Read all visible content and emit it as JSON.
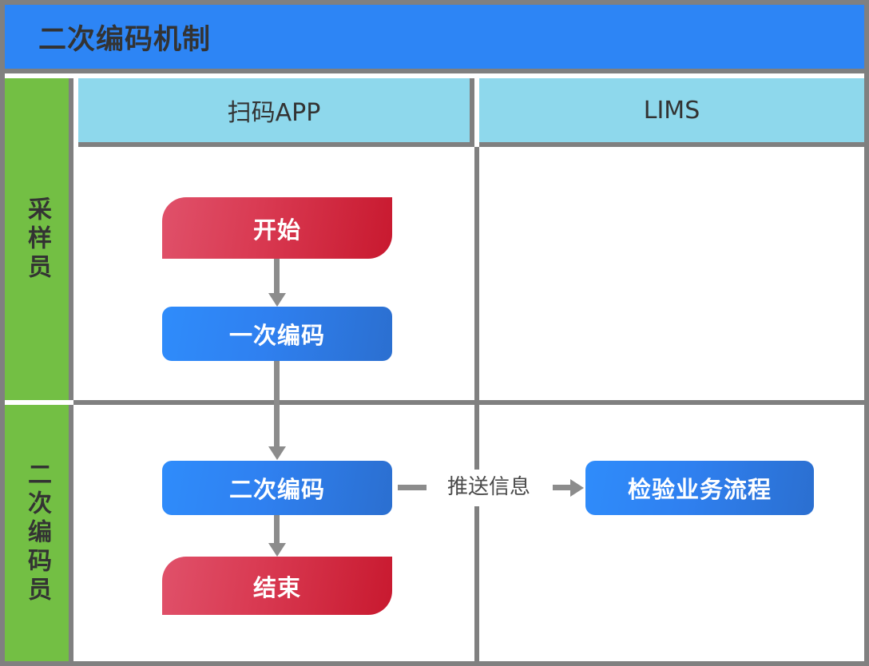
{
  "header": {
    "title": "二次编码机制",
    "bar_color": "#2d85f5",
    "title_color": "#333333"
  },
  "lanes": [
    {
      "label": "采样员",
      "color": "#73bf44"
    },
    {
      "label": "二次编码员",
      "color": "#73bf44"
    }
  ],
  "columns": [
    {
      "label": "扫码APP",
      "color": "#8ed8ec"
    },
    {
      "label": "LIMS",
      "color": "#8ed8ec"
    }
  ],
  "nodes": {
    "start": {
      "label": "开始",
      "type": "terminator",
      "color": "#d93a52"
    },
    "first_code": {
      "label": "一次编码",
      "type": "process",
      "color": "#2f80f0"
    },
    "second_code": {
      "label": "二次编码",
      "type": "process",
      "color": "#2f80f0"
    },
    "end": {
      "label": "结束",
      "type": "terminator",
      "color": "#d93a52"
    },
    "lims_process": {
      "label": "检验业务流程",
      "type": "process",
      "color": "#2f80f0"
    }
  },
  "connectors": {
    "push_label": "推送信息",
    "arrow_color": "#8c8c8c"
  },
  "frame": {
    "border_color": "#808080"
  }
}
